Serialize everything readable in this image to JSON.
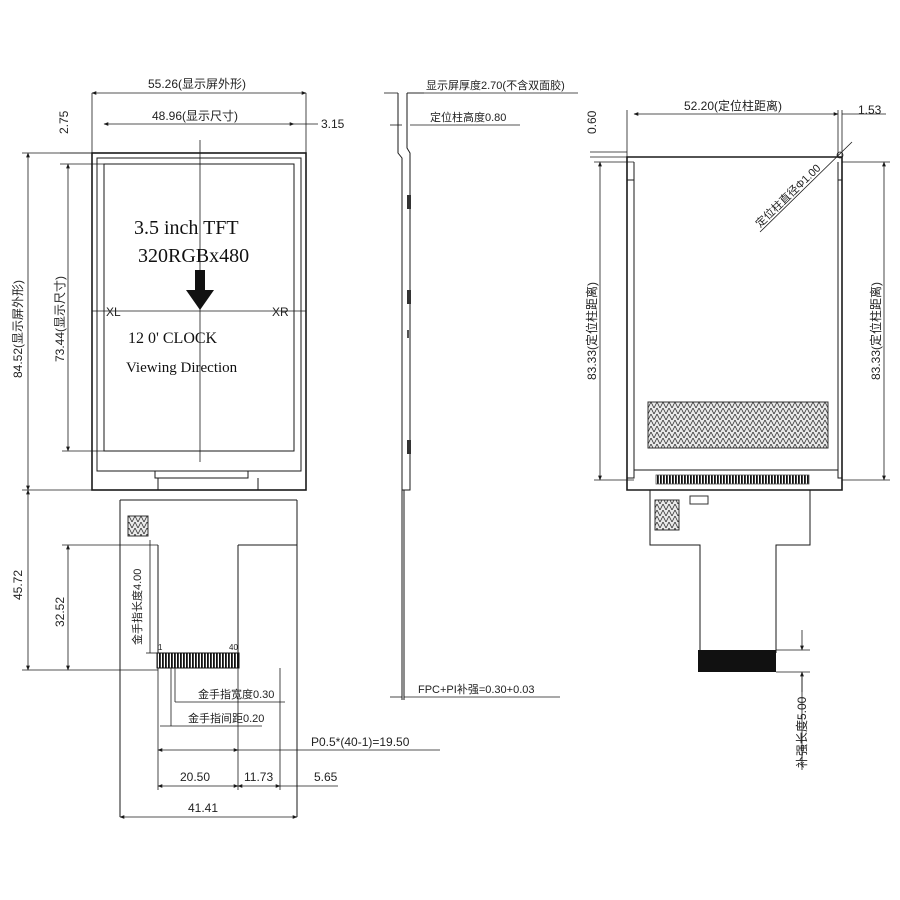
{
  "front_view": {
    "product_line1": "3.5 inch TFT",
    "product_line2": "320RGBx480",
    "orientation_line1": "12 0' CLOCK",
    "orientation_line2": "Viewing Direction",
    "xl_label": "XL",
    "xr_label": "XR",
    "dim_outline_width": "55.26(显示屏外形)",
    "dim_active_width": "48.96(显示尺寸)",
    "dim_top_margin": "2.75",
    "dim_right_margin": "3.15",
    "dim_outline_height": "84.52(显示屏外形)",
    "dim_active_height": "73.44(显示尺寸)",
    "dim_fpc_length": "45.72",
    "dim_fpc_lower": "32.52",
    "dim_finger_length": "金手指长度4.00",
    "pin_first": "1",
    "pin_last": "40",
    "dim_finger_width": "金手指宽度0.30",
    "dim_finger_gap": "金手指间距0.20",
    "dim_pitch": "P0.5*(40-1)=19.50",
    "dim_left_offset": "20.50",
    "dim_mid_offset": "11.73",
    "dim_right_offset": "5.65",
    "dim_fpc_total_width": "41.41"
  },
  "side_view": {
    "dim_thickness": "显示屏厚度2.70(不含双面胶)",
    "dim_post_height": "定位柱高度0.80",
    "dim_fpc_stiffener": "FPC+PI补强=0.30+0.03"
  },
  "back_view": {
    "dim_top_margin": "0.60",
    "dim_post_distance": "52.20(定位柱距离)",
    "dim_right_margin": "1.53",
    "dim_post_diameter": "定位柱直径Φ1.00",
    "dim_left_height": "83.33(定位柱距离)",
    "dim_right_height": "83.33(定位柱距离)",
    "dim_stiffener_length": "补强长度5.00"
  }
}
